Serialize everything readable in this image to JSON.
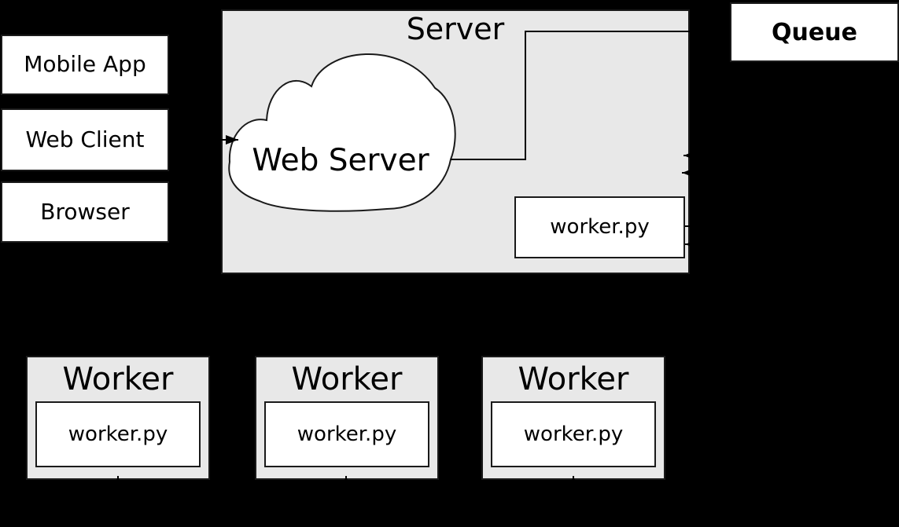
{
  "diagram": {
    "background": "#000000",
    "container_fill": "#e8e8e8",
    "node_fill": "#ffffff",
    "border_color": "#1a1a1a",
    "line_color": "#000000"
  },
  "clients": [
    {
      "label": "Mobile App"
    },
    {
      "label": "Web Client"
    },
    {
      "label": "Browser"
    }
  ],
  "server": {
    "title": "Server",
    "web_server_label": "Web Server",
    "web_server_shape": "cloud",
    "worker_script_label": "worker.py"
  },
  "queue": {
    "label": "Queue"
  },
  "workers": [
    {
      "title": "Worker",
      "script_label": "worker.py"
    },
    {
      "title": "Worker",
      "script_label": "worker.py"
    },
    {
      "title": "Worker",
      "script_label": "worker.py"
    }
  ]
}
